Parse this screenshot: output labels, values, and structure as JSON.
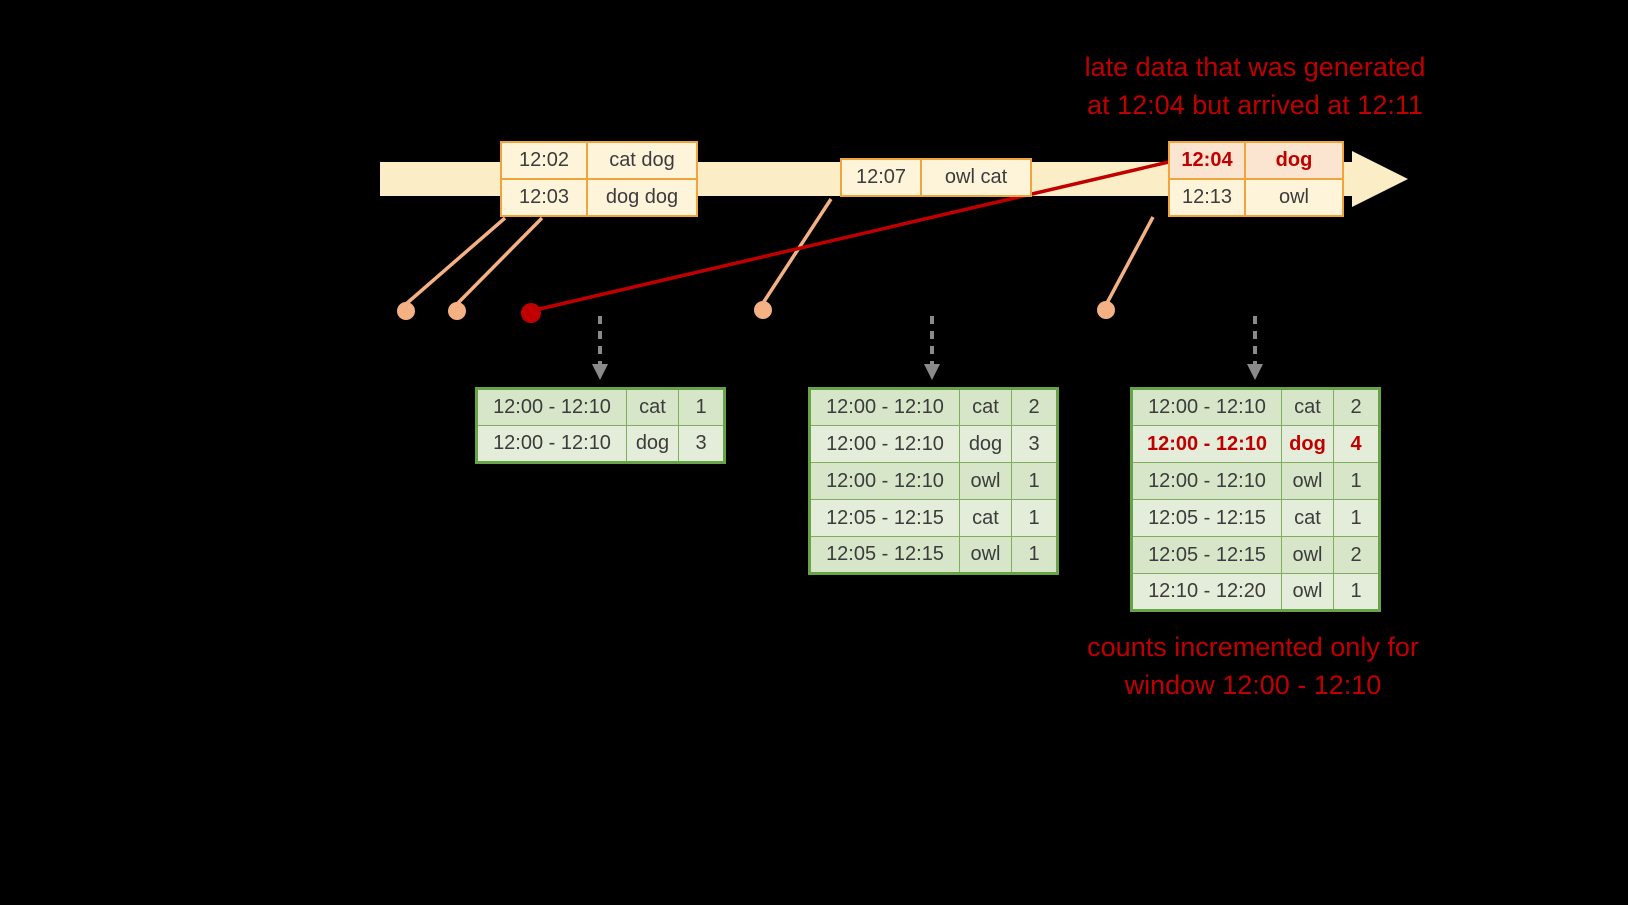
{
  "annotations": {
    "late_data_line1": "late data that was generated",
    "late_data_line2": "at 12:04 but arrived  at 12:11",
    "counts_line1": "counts incremented only for",
    "counts_line2": "window 12:00 - 12:10"
  },
  "event_tables": [
    {
      "rows": [
        {
          "time": "12:02",
          "words": "cat dog"
        },
        {
          "time": "12:03",
          "words": "dog dog"
        }
      ]
    },
    {
      "rows": [
        {
          "time": "12:07",
          "words": "owl cat"
        }
      ]
    },
    {
      "rows": [
        {
          "time": "12:04",
          "words": "dog",
          "late": true
        },
        {
          "time": "12:13",
          "words": "owl"
        }
      ]
    }
  ],
  "result_tables": [
    {
      "rows": [
        {
          "window": "12:00 - 12:10",
          "word": "cat",
          "count": "1"
        },
        {
          "window": "12:00 - 12:10",
          "word": "dog",
          "count": "3"
        }
      ]
    },
    {
      "rows": [
        {
          "window": "12:00 - 12:10",
          "word": "cat",
          "count": "2"
        },
        {
          "window": "12:00 - 12:10",
          "word": "dog",
          "count": "3"
        },
        {
          "window": "12:00 - 12:10",
          "word": "owl",
          "count": "1"
        },
        {
          "window": "12:05 - 12:15",
          "word": "cat",
          "count": "1"
        },
        {
          "window": "12:05 - 12:15",
          "word": "owl",
          "count": "1"
        }
      ]
    },
    {
      "rows": [
        {
          "window": "12:00 - 12:10",
          "word": "cat",
          "count": "2"
        },
        {
          "window": "12:00 - 12:10",
          "word": "dog",
          "count": "4",
          "highlight": true
        },
        {
          "window": "12:00 - 12:10",
          "word": "owl",
          "count": "1"
        },
        {
          "window": "12:05 - 12:15",
          "word": "cat",
          "count": "1"
        },
        {
          "window": "12:05 - 12:15",
          "word": "owl",
          "count": "2"
        },
        {
          "window": "12:10 - 12:20",
          "word": "owl",
          "count": "1"
        }
      ]
    }
  ],
  "colors": {
    "background": "#000000",
    "timeline": "#fbeec6",
    "event_border": "#f0a53c",
    "event_bg": "#fdf4da",
    "late_row_bg": "#fbe5d0",
    "accent_red": "#c00000",
    "connector_salmon": "#f4b183",
    "result_border": "#69a348",
    "result_bg_odd": "#d7e5c9",
    "result_bg_even": "#e3edd9",
    "trigger_arrow_gray": "#8a8a8a"
  }
}
